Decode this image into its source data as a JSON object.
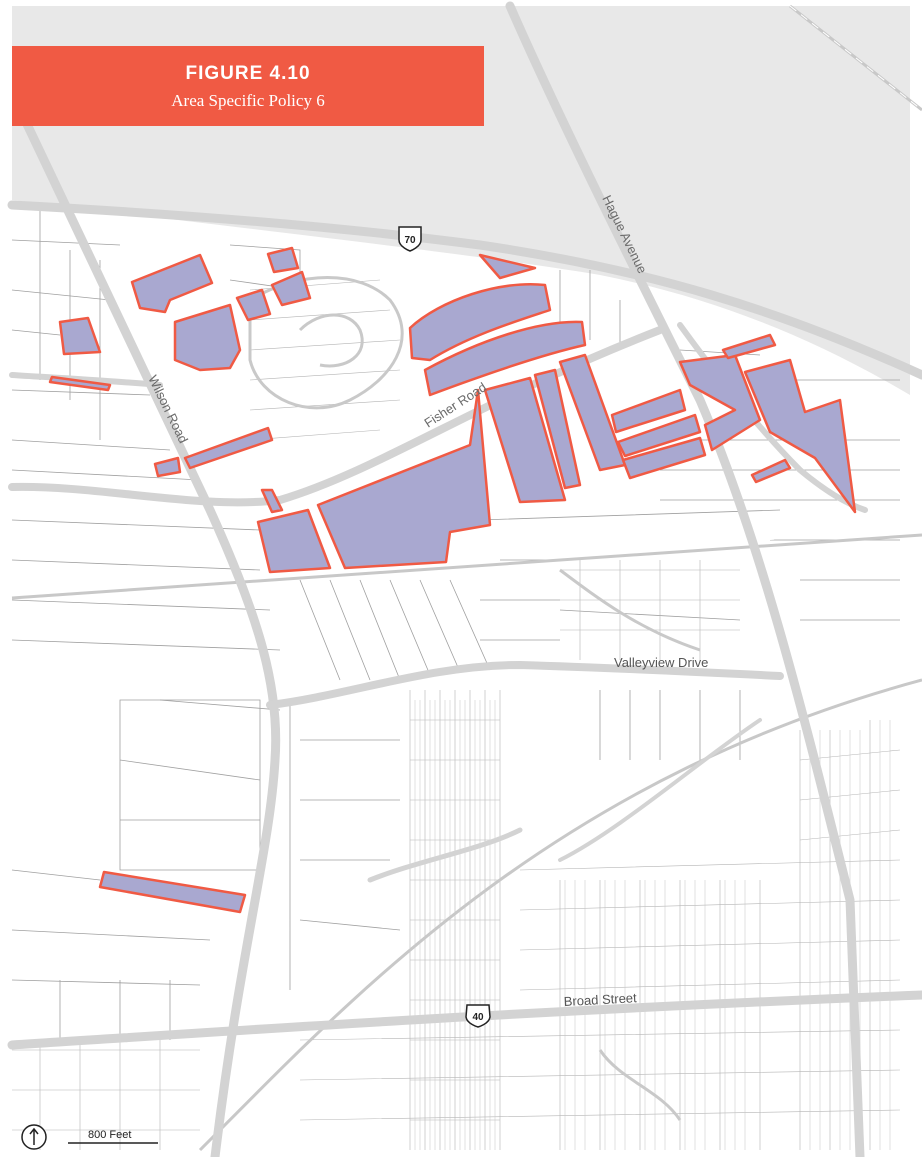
{
  "figure": {
    "number": "FIGURE 4.10",
    "subtitle": "Area Specific Policy 6"
  },
  "roads": {
    "wilson": "Wilson Road",
    "fisher": "Fisher Road",
    "hague": "Hague Avenue",
    "valleyview": "Valleyview Drive",
    "broad": "Broad Street"
  },
  "shields": {
    "interstate": "70",
    "us_route": "40"
  },
  "scale": {
    "label": "800 Feet"
  },
  "colors": {
    "policy_fill": "#a9a8d0",
    "policy_outline": "#f05a44",
    "title_box": "#f05a44",
    "road": "#d3d3d3",
    "parcel_line": "#9a9a9a",
    "background_area": "#e8e8e8"
  },
  "icons": {
    "north_arrow": "north-arrow-icon"
  }
}
